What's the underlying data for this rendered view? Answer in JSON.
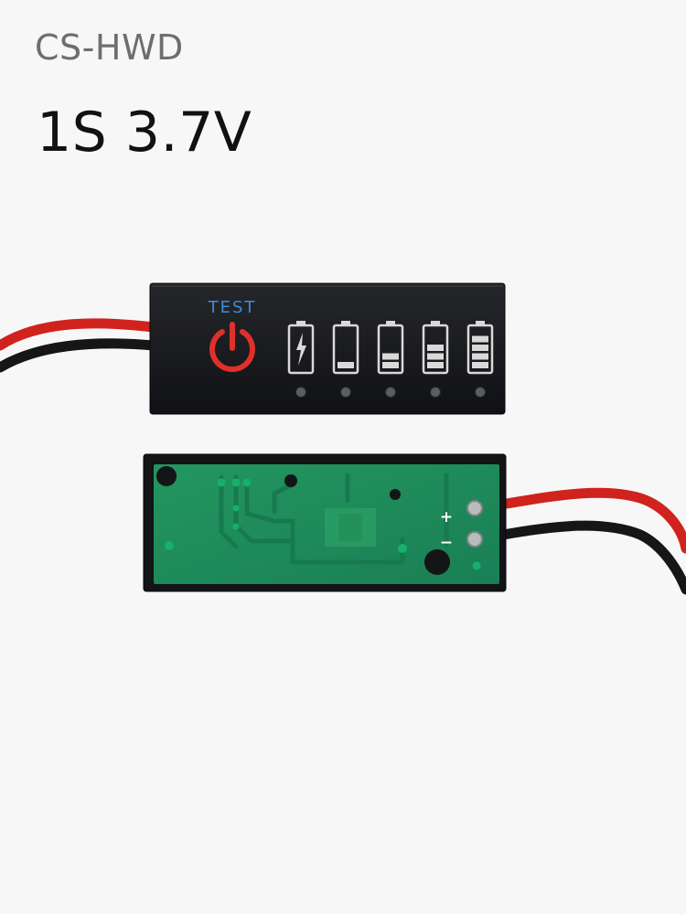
{
  "header": {
    "brand": "CS-HWD",
    "spec": "1S 3.7V"
  },
  "front_module": {
    "button_label": "TEST",
    "battery_levels": [
      0,
      1,
      2,
      3,
      4
    ],
    "leds": 5
  },
  "back_module": {
    "plus_label": "+",
    "minus_label": "−"
  },
  "colors": {
    "background": "#f8f7f7",
    "module_body": "#17181b",
    "test_text": "#3a8fd8",
    "power_button": "#e0302a",
    "battery_outline": "#d9d9d9",
    "pcb": "#1f8f5f",
    "wire_red": "#d0231e",
    "wire_black": "#161616"
  }
}
